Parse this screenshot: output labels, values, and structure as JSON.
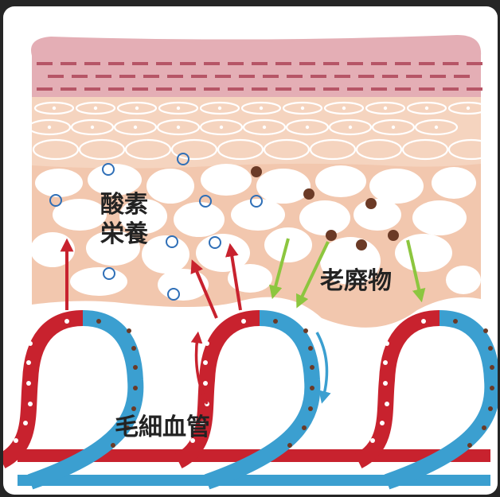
{
  "labels": {
    "oxygen": "酸素",
    "nutrients": "栄養",
    "waste": "老廃物",
    "capillary": "毛細血管"
  },
  "colors": {
    "artery_red": "#c8222e",
    "vein_blue": "#3b9fd0",
    "skin_top": "#e4aeb5",
    "skin_layer": "#f4d2bd",
    "tissue": "#f2c7ae",
    "cell": "#ffffff",
    "oxygen_dot": "#2f6fb7",
    "waste_dot": "#6b3a26",
    "green_arrow": "#8cc63f"
  },
  "icons": [
    "oxygen-dot-icon",
    "waste-dot-icon",
    "up-arrow-icon",
    "down-arrow-icon"
  ]
}
